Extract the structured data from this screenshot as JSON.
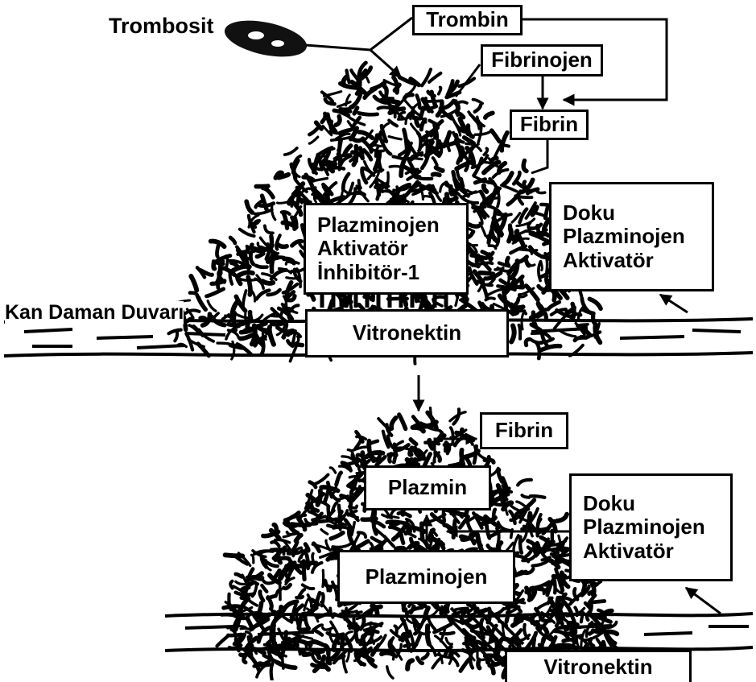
{
  "labels": {
    "trombosit": "Trombosit",
    "kan_damar_duvari": "Kan Daman Duvarı"
  },
  "top": {
    "trombin": "Trombin",
    "fibrinojen": "Fibrinojen",
    "fibrin": "Fibrin",
    "pai1": [
      "Plazminojen",
      "Aktivatör",
      "İnhibitör-1"
    ],
    "tpa": [
      "Doku",
      "Plazminojen",
      "Aktivatör"
    ],
    "vitronektin": "Vitronektin"
  },
  "bottom": {
    "fibrin": "Fibrin",
    "plazmin": "Plazmin",
    "plazminojen": "Plazminojen",
    "tpa": [
      "Doku",
      "Plazminojen",
      "Aktivatör"
    ],
    "vitronektin": "Vitronektin"
  }
}
